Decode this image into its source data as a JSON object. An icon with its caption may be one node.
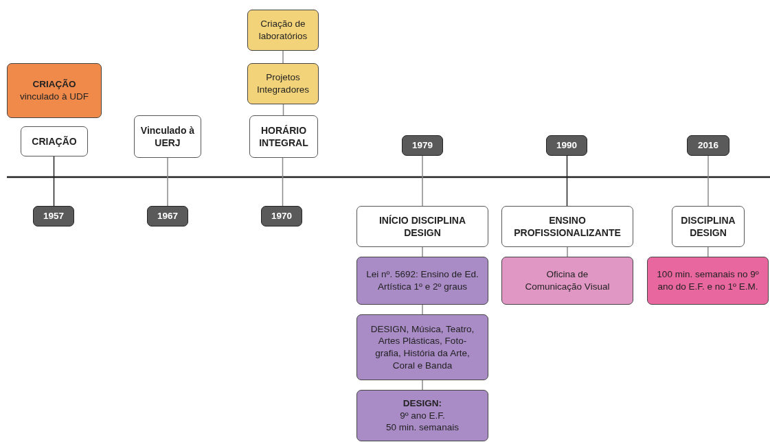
{
  "diagram": {
    "nodes": [
      {
        "text": [
          "CRIAÇÃO",
          "vinculado à UDF"
        ]
      },
      {
        "text": [
          "CRIAÇÃO"
        ]
      },
      {
        "text": [
          "1957"
        ]
      },
      {
        "text": [
          "Criação de laboratórios"
        ]
      },
      {
        "text": [
          "Projetos Integradores"
        ]
      },
      {
        "text": [
          "Vinculado à UERJ"
        ]
      },
      {
        "text": [
          "HORÁRIO INTEGRAL"
        ]
      },
      {
        "text": [
          "1967"
        ]
      },
      {
        "text": [
          "1970"
        ]
      },
      {
        "text": [
          "1979"
        ]
      },
      {
        "text": [
          "INÍCIO DISCIPLINA DESIGN"
        ]
      },
      {
        "text": [
          "Lei nº. 5692: Ensino de Ed. Artística 1º e 2º graus"
        ]
      },
      {
        "text": [
          "DESIGN, Música, Teatro, Artes Plásticas, Foto-grafia, História da Arte, Coral e Banda"
        ]
      },
      {
        "text": [
          "DESIGN:",
          "9º ano E.F.",
          "50 min. semanais"
        ]
      },
      {
        "text": [
          "1990"
        ]
      },
      {
        "text": [
          "ENSINO PROFISSIONALIZANTE"
        ]
      },
      {
        "text": [
          "Oficina de Comunicação Visual"
        ]
      },
      {
        "text": [
          "2016"
        ]
      },
      {
        "text": [
          "DISCIPLINA DESIGN"
        ]
      },
      {
        "text": [
          "100 min. semanais no 9º ano do E.F. e no 1º E.M."
        ]
      }
    ],
    "edges": [
      {
        "from": 1,
        "to": 2,
        "arrow": "none",
        "color": "#222222"
      },
      {
        "from": 5,
        "to": 7,
        "arrow": "none"
      },
      {
        "from": 3,
        "to": 4,
        "arrow": "none"
      },
      {
        "from": 4,
        "to": 6,
        "arrow": "none"
      },
      {
        "from": 6,
        "to": 8,
        "arrow": "none"
      },
      {
        "from": 9,
        "to": 10,
        "arrow": "none"
      },
      {
        "from": 10,
        "to": 11,
        "arrow": "none"
      },
      {
        "from": 11,
        "to": 12,
        "arrow": "none"
      },
      {
        "from": 12,
        "to": 13,
        "arrow": "none"
      },
      {
        "from": 14,
        "to": 15,
        "arrow": "none",
        "color": "#222222"
      },
      {
        "from": 15,
        "to": 16,
        "arrow": "none"
      },
      {
        "from": 17,
        "to": 18,
        "arrow": "none"
      },
      {
        "from": 18,
        "to": 19,
        "arrow": "none"
      }
    ]
  }
}
